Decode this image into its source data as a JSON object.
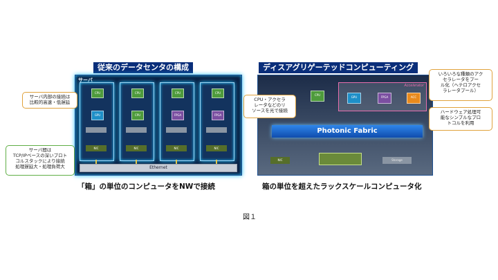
{
  "left": {
    "title": "従来のデータセンタの構成",
    "server_label": "サーバ",
    "ethernet_label": "Ethernet",
    "callout_top": "サーバ内部の接続は\n比較的高速・低遅延",
    "callout_bottom": "サーバ間は\nTCP/IPベースの深いプロト\nコルスタックにより接続\n処理遅延大・処理負荷大",
    "caption": "「箱」の単位のコンピュータをNWで接続"
  },
  "right": {
    "title": "ディスアグリゲーテッドコンピューティング",
    "fabric_label": "Photonic Fabric",
    "accelerator_label": "Accelerator",
    "storage_label": "Storage",
    "callout_left": "CPU・アクセラ\nレータなどのリ\nソースを光で接続",
    "callout_top": "いろいろな種類のアク\nセラレータをプー\nル化（ヘテロアクセ\nラレータプール）",
    "callout_bottom": "ハードウェア処理可\n能なシンプルなプロ\nトコルを利用",
    "caption": "箱の単位を超えたラックスケールコンピュータ化"
  },
  "figure_label": "図１",
  "colors": {
    "title_bg": "#0a2e7a",
    "panel_bg": "#0b2145",
    "cpu": "#4e9b3c",
    "gpu": "#1e8fc8",
    "fpga": "#7b4fa1",
    "accelerator": "#e98a1d",
    "fabric": "#1560c9"
  }
}
